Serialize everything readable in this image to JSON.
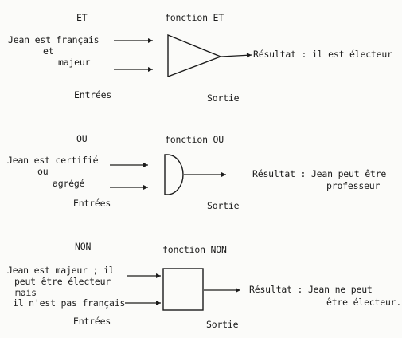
{
  "sections": [
    {
      "id": "et",
      "label": "ET",
      "function_title": "fonction ET",
      "inputs": [
        "Jean est français",
        "et",
        "majeur"
      ],
      "inputs_caption": "Entrées",
      "output_caption": "Sortie",
      "result": [
        "Résultat : il est électeur"
      ]
    },
    {
      "id": "ou",
      "label": "OU",
      "function_title": "fonction OU",
      "inputs": [
        "Jean est certifié",
        "ou",
        "agrégé"
      ],
      "inputs_caption": "Entrées",
      "output_caption": "Sortie",
      "result": [
        "Résultat : Jean peut être",
        "professeur"
      ]
    },
    {
      "id": "non",
      "label": "NON",
      "function_title": "fonction NON",
      "inputs": [
        "Jean est majeur ; il",
        "peut être électeur",
        "mais",
        "il n'est pas français"
      ],
      "inputs_caption": "Entrées",
      "output_caption": "Sortie",
      "result": [
        "Résultat : Jean ne peut",
        "être électeur."
      ]
    }
  ]
}
